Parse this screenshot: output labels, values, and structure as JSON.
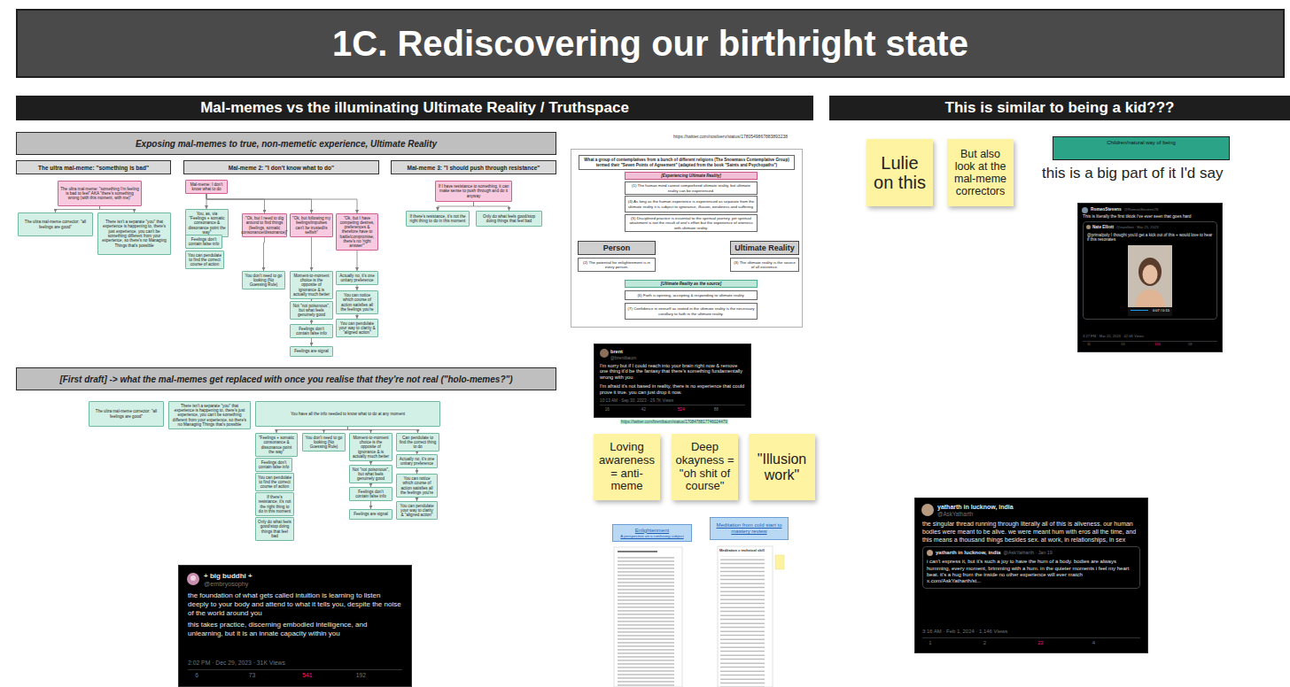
{
  "diagram": {
    "title": "1C. Rediscovering our birthright state",
    "nodes": [
      {
        "text": [
          "Mal-memes vs the illuminating Ultimate Reality / Truthspace"
        ]
      },
      {
        "text": [
          "This is similar to being a kid???"
        ]
      },
      {
        "text": [
          "Exposing mal-memes to true, non-memetic experience, Ultimate Reality"
        ]
      },
      {
        "text": [
          "The ultra mal-meme: \"something is bad\""
        ]
      },
      {
        "text": [
          "Mal-meme 2: \"I don't know what to do\""
        ]
      },
      {
        "text": [
          "Mal-meme 3: \"I should push through resistance\""
        ]
      },
      {
        "text": [
          "The ultra mal-meme: \"something I'm feeling is bad to feel\" AKA \"there's something wrong (with this moment, with me)\""
        ]
      },
      {
        "text": [
          "The ultra mal-meme corrector: \"all feelings are good\""
        ]
      },
      {
        "text": [
          "There isn't a separate \"you\" that experience is happening to, there's just experience, you can't be something different from your experience, so there's no Managing Things that's possible"
        ]
      },
      {
        "text": [
          "Mal-meme: I don't know what to do"
        ]
      },
      {
        "text": [
          "You, as, via \"Feelings + somatic consonance & dissonance point the way\""
        ]
      },
      {
        "text": [
          "Feelings don't contain false info"
        ]
      },
      {
        "text": [
          "You can pendulate to find the correct course of action"
        ]
      },
      {
        "text": [
          "\"Ok, but I need to dig around to find things (feelings, somatic consonance/dissonance)\""
        ]
      },
      {
        "text": [
          "\"Ok, but following my feelings/impulses can't be trusted/is selfish\""
        ]
      },
      {
        "text": [
          "\"Ok, but I have competing desires, preferences & therefore have to battle/compromise, there's no 'right answer'\""
        ]
      },
      {
        "text": [
          "You don't need to go looking (No Guessing Rule)"
        ]
      },
      {
        "text": [
          "Moment-to-moment choice is the opposite of ignorance & is actually much better"
        ]
      },
      {
        "text": [
          "Not \"not poisonous\", but what feels genuinely good"
        ]
      },
      {
        "text": [
          "Feelings don't contain false info"
        ]
      },
      {
        "text": [
          "Feelings are signal"
        ]
      },
      {
        "text": [
          "Actually no, it's one unitary preference"
        ]
      },
      {
        "text": [
          "You can notice which course of action satisfies all the feelings you're"
        ]
      },
      {
        "text": [
          "You can pendulate your way to clarity & \"aligned action\""
        ]
      },
      {
        "text": [
          "If I have resistance to something, it can make sense to push through and do it anyway"
        ]
      },
      {
        "text": [
          "If there's resistance, it's not the right thing to do in this moment"
        ]
      },
      {
        "text": [
          "Only do what feels good/stop doing things that feel bad"
        ]
      },
      {
        "text": [
          "[First draft] -> what the mal-memes get replaced with once you realise that they're not real (\"holo-memes?\")"
        ]
      },
      {
        "text": [
          "The ultra mal-meme corrector: \"all feelings are good\""
        ]
      },
      {
        "text": [
          "There isn't a separate \"you\" that experience is happening to, there's just experience, you can't be something different from your experience, so there's no Managing Things that's possible"
        ]
      },
      {
        "text": [
          "You have all the info needed to know what to do at any moment"
        ]
      },
      {
        "text": [
          "\"Feelings + somatic consonance & dissonance point the way\""
        ]
      },
      {
        "text": [
          "You don't need to go looking (No Guessing Rule)"
        ]
      },
      {
        "text": [
          "Moment-to-moment choice is the opposite of ignorance & is actually much better"
        ]
      },
      {
        "text": [
          "Can pendulate to find the correct thing to do"
        ]
      },
      {
        "text": [
          "Feelings don't contain false info"
        ]
      },
      {
        "text": [
          "You can pendulate to find the correct course of action"
        ]
      },
      {
        "text": [
          "If there's resistance, it's not the right thing to do in this moment"
        ]
      },
      {
        "text": [
          "Only do what feels good/stop doing things that feel bad"
        ]
      },
      {
        "text": [
          "Not \"not poisonous\", but what feels genuinely good"
        ]
      },
      {
        "text": [
          "Feelings don't contain false info"
        ]
      },
      {
        "text": [
          "Feelings are signal"
        ]
      },
      {
        "text": [
          "Actually no, it's one unitary preference"
        ]
      },
      {
        "text": [
          "You can notice which course of action satisfies all the feelings you're"
        ]
      },
      {
        "text": [
          "You can pendulate your way to clarity & \"aligned action\""
        ]
      },
      {
        "text": [
          "+ big buddhi +",
          "@embryosophy",
          "the foundation of what gets called intuition is learning to listen deeply to your body and attend to what it tells you, despite the noise of the world around you",
          "this takes practice, discerning embodied intelligence, and unlearning, but it is an innate capacity within you",
          "2:02 PM · Dec 29, 2023 · 31K Views",
          "6",
          "73",
          "541",
          "192"
        ]
      },
      {
        "text": [
          "What a group of contemplatives from a bunch of different religions (The Snowmass Contemplative Group) termed their \"Seven Points of Agreement\" (adapted from the book \"Saints and Psychopaths\")"
        ]
      },
      {
        "text": [
          "[Experiencing Ultimate Reality]"
        ],
        "in": 46
      },
      {
        "text": [
          "(1) The human mind cannot comprehend ultimate reality, but ultimate reality can be experienced."
        ],
        "in": 46
      },
      {
        "text": [
          "(4) As long as the human experience is experienced as separate from the ultimate reality it is subject to ignorance, illusion, weakness and suffering."
        ],
        "in": 46
      },
      {
        "text": [
          "(5) Disciplined practice is essential to the spiritual journey, yet spiritual attainment is not the result of one's effort but the experience of oneness with ultimate reality."
        ],
        "in": 46
      },
      {
        "text": [
          "Person",
          "(2) The potential for enlightenment is in every person."
        ],
        "in": 46
      },
      {
        "text": [
          "Ultimate Reality",
          "(3) The ultimate reality is the source of all existence."
        ],
        "in": 46
      },
      {
        "text": [
          "[Ultimate Reality as the source]"
        ],
        "in": 46
      },
      {
        "text": [
          "(6) Faith is opening, accepting & responding to ultimate reality."
        ],
        "in": 46
      },
      {
        "text": [
          "(7) Confidence in oneself as rooted in the ultimate reality is the necessary corollary to faith in the ultimate reality."
        ],
        "in": 46
      },
      {
        "text": [
          "brent",
          "@brentbaum",
          "I'm sorry but if I could reach into your brain right now & remove one thing it'd be the fantasy that there's something fundamentally wrong with you",
          "I'm afraid it's not based in reality, there is no experience that could prove it true. you can just drop it now.",
          "10:13 AM · Sep 30, 2023 · 29.7K Views",
          "16",
          "42",
          "524",
          "88"
        ]
      },
      {
        "text": [
          "Loving awareness = anti-meme"
        ]
      },
      {
        "text": [
          "Deep okayness = \"oh shit of course\""
        ]
      },
      {
        "text": [
          "\"Illusion work\""
        ]
      },
      {
        "text": [
          "Enlightenment",
          "A perspective on a confusing subject"
        ]
      },
      {
        "text": [
          "Meditation from cold start to mastery review"
        ]
      },
      {
        "text": [
          "Lulie on this"
        ]
      },
      {
        "text": [
          "But also look at the mal-meme correctors"
        ]
      },
      {
        "text": [
          "Children/natural way of being"
        ]
      },
      {
        "text": [
          "RomeoStevens",
          "@RomeoStevens76",
          "This is literally the first tiktok i've ever seen that goes hard",
          "3:27 PM · Mar 25, 2023 · 42.6K Views",
          "11",
          "13",
          "134",
          "58"
        ]
      },
      {
        "text": [
          "Nate Elliott",
          "@natelliott · Mar 25, 2023",
          "@primalpoly I thought you'd get a kick out of this + would love to hear if this resonates"
        ],
        "in": 65
      },
      {
        "text": [
          "yatharth in lucknow, india",
          "@AskYatharth",
          "the singular thread running through literally all of this is aliveness. our human bodies were meant to be alive. we were meant hum with eros all the time, and this means a thousand things besides sex. at work, in relationships, in sex",
          "3:16 AM · Feb 1, 2024 · 1,146 Views",
          "1",
          "2",
          "22",
          "4"
        ]
      },
      {
        "text": [
          "yatharth in lucknow, india",
          "@AskYatharth · Jan 19",
          "i can't express it, but it's such a joy to have the hum of a body. bodies are always humming, every moment, brimming with a hum. in the quieter moments i feel my heart beat. it's a hug from the inside no other experience will ever match x.com/AskYatharth/st..."
        ],
        "in": 67
      }
    ],
    "edges": [
      {
        "from": 6,
        "to": 7,
        "arrow": "to"
      },
      {
        "from": 6,
        "to": 8,
        "arrow": "to"
      },
      {
        "from": 9,
        "to": 10,
        "arrow": "to"
      },
      {
        "from": 9,
        "to": 13,
        "arrow": "to"
      },
      {
        "from": 9,
        "to": 14,
        "arrow": "to"
      },
      {
        "from": 9,
        "to": 15,
        "arrow": "to"
      },
      {
        "from": 13,
        "to": 16,
        "arrow": "to"
      },
      {
        "from": 14,
        "to": 17,
        "arrow": "to"
      },
      {
        "from": 17,
        "to": 18,
        "arrow": "to"
      },
      {
        "from": 18,
        "to": 19,
        "arrow": "to"
      },
      {
        "from": 19,
        "to": 20,
        "arrow": "to"
      },
      {
        "from": 15,
        "to": 21,
        "arrow": "to"
      },
      {
        "from": 21,
        "to": 22,
        "arrow": "to"
      },
      {
        "from": 22,
        "to": 23,
        "arrow": "to"
      },
      {
        "from": 24,
        "to": 25,
        "arrow": "to"
      },
      {
        "from": 24,
        "to": 26,
        "arrow": "to"
      },
      {
        "from": 30,
        "to": 31,
        "arrow": "to"
      },
      {
        "from": 30,
        "to": 32,
        "arrow": "to"
      },
      {
        "from": 30,
        "to": 33,
        "arrow": "to"
      },
      {
        "from": 30,
        "to": 34,
        "arrow": "to"
      },
      {
        "from": 33,
        "to": 39,
        "arrow": "to"
      },
      {
        "from": 39,
        "to": 40,
        "arrow": "to"
      },
      {
        "from": 40,
        "to": 41,
        "arrow": "to"
      },
      {
        "from": 34,
        "to": 42,
        "arrow": "to"
      },
      {
        "from": 42,
        "to": 43,
        "arrow": "to"
      },
      {
        "from": 43,
        "to": 44,
        "arrow": "to"
      },
      {
        "from": 51,
        "to": 52,
        "arrow": "none"
      },
      {
        "from": 51,
        "to": 52,
        "arrow": "none"
      }
    ],
    "labels": [
      "https://twitter.com/nosilverv/status/1780549867883893238",
      "https://twitter.com/brentbaum/status/1708478817746024479",
      "Meditation = technical skill",
      "this is a big part of it I'd say",
      "0:07 / 0:15"
    ]
  }
}
